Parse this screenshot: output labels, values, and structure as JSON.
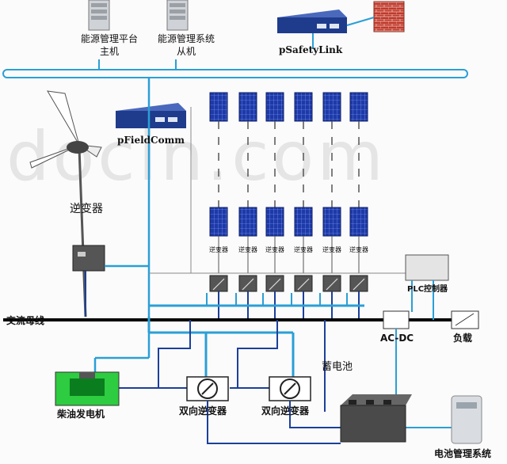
{
  "labels": {
    "server_main_line1": "能源管理平台",
    "server_main_line2": "主机",
    "server_slave_line1": "能源管理系统",
    "server_slave_line2": "从机",
    "psafetylink": "pSafetyLink",
    "pfieldcomm": "pFieldComm",
    "wind_inverter": "逆变器",
    "pv_inverter": "逆变器",
    "ac_bus": "交流母线",
    "plc": "PLC控制器",
    "acdc": "AC-DC",
    "load": "负载",
    "battery": "蓄电池",
    "diesel": "柴油发电机",
    "bidir_inverter": "双向逆变器",
    "bms": "电池管理系统"
  },
  "watermark": "docin.com",
  "colors": {
    "network_blue": "#2a9fd6",
    "dc_blue": "#1c3f9a",
    "ac_bus": "#000000",
    "diesel_green": "#2ecc40",
    "solar_panel": "#1e3aa8",
    "firewall": "#c0392b"
  }
}
